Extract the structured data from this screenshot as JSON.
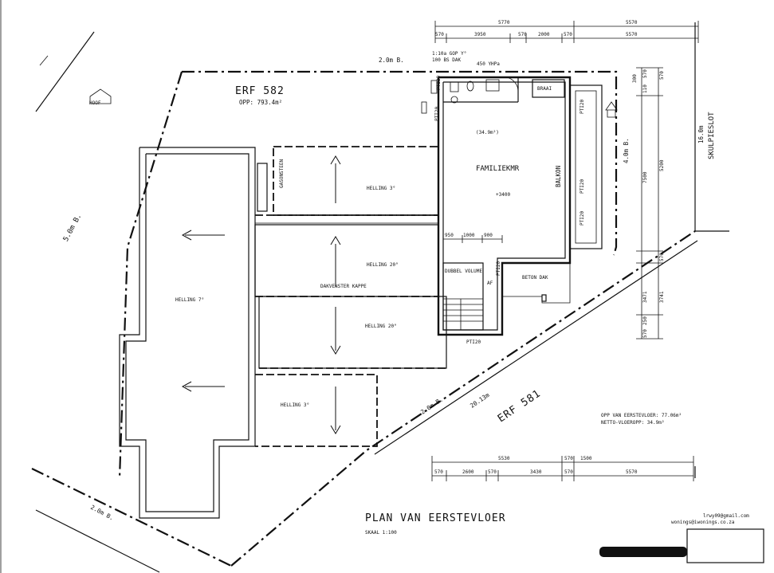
{
  "erf_north": {
    "title": "ERF 582",
    "area": "OPP: 793.4m²"
  },
  "erf_south": {
    "title": "ERF 581"
  },
  "street": {
    "name": "SKULPIESLOT",
    "width": "16.0m"
  },
  "building_lines": {
    "top_edge": "2.0m B.",
    "left_edge": "5.0m B.",
    "bottom_left": "2.0m B.",
    "diag_right": "2.0m B.",
    "right_side": "4.0m B.",
    "erf581_dim": "20.13m"
  },
  "house_icon": {
    "label": "HOOF"
  },
  "top_notes": {
    "line1": "1:10a GOP Y°",
    "line2": "100 BS DAK",
    "line3": "450 YHPa"
  },
  "rooms": {
    "familiekmr": {
      "name": "FAMILIEKMR",
      "area": "(34.9m²)",
      "level": "+3400"
    },
    "balkon": {
      "name": "BALKON"
    },
    "braai": {
      "name": "BRAAI"
    },
    "trap": {
      "label": "DUBBEL VOLUME",
      "af": "AF"
    },
    "beton": {
      "name": "BETON DAK"
    },
    "verander": {
      "name": "GASONSTEEN"
    }
  },
  "roofs": {
    "r1": "HELLING 3°",
    "r2": "HELLING 20°",
    "r2b": "DAKVENSTER KAPPE",
    "r3": "HELLING 20°",
    "r4": "HELLING 3°",
    "r5": "HELLING 7°"
  },
  "window_tags": [
    "PTI20",
    "PTI20",
    "PTI20",
    "PTI20",
    "PTI20",
    "PTI20",
    "PTI20"
  ],
  "dims": {
    "top_total_a": "5770",
    "top_total_b": "5570",
    "top_segments": [
      "570",
      "3950",
      "570",
      "2000",
      "570",
      "5570"
    ],
    "mid_segments": [
      "950",
      "1000",
      "900"
    ],
    "bottom_total_a": "5530",
    "bottom_seg_b": "570",
    "bottom_seg_c": "1500",
    "bottom_segments": [
      "570",
      "2600",
      "570",
      "3430",
      "570",
      "5570"
    ],
    "right_outer": [
      "570",
      "5200",
      "570",
      "3741"
    ],
    "right_inner": [
      "570",
      "110",
      "300",
      "7500",
      "3471",
      "250",
      "570"
    ]
  },
  "area_notes": {
    "line1": "OPP VAN EERSTEVLOER: 77.06m²",
    "line2": "NETTO-VLOEROPP: 34.9m²"
  },
  "drawing": {
    "title": "PLAN VAN EERSTEVLOER",
    "scale": "SKAAL 1:100"
  },
  "contact": {
    "email": "lrwy09@gmail.com",
    "line2": "wonings@iwonings.co.za"
  }
}
